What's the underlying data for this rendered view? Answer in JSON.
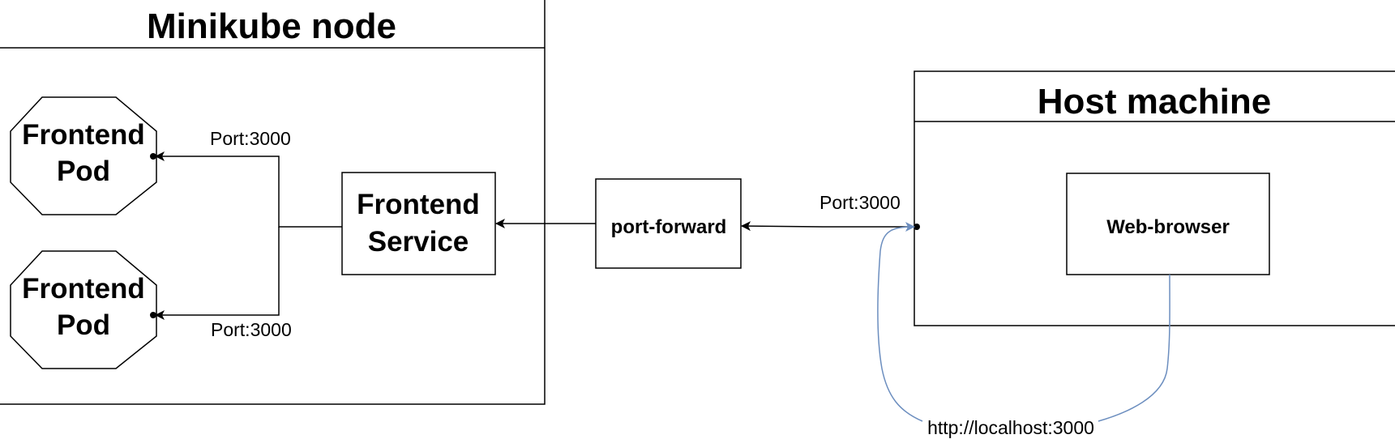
{
  "minikube": {
    "title": "Minikube node"
  },
  "pods": [
    {
      "line1": "Frontend",
      "line2": "Pod",
      "port_label": "Port:3000"
    },
    {
      "line1": "Frontend",
      "line2": "Pod",
      "port_label": "Port:3000"
    }
  ],
  "service": {
    "line1": "Frontend",
    "line2": "Service"
  },
  "port_forward": {
    "label": "port-forward"
  },
  "host": {
    "title": "Host machine",
    "port_label": "Port:3000"
  },
  "browser": {
    "label": "Web-browser"
  },
  "url": {
    "label": "http://localhost:3000"
  },
  "colors": {
    "line": "#000000",
    "link": "#6c8ebf",
    "background": "#ffffff"
  }
}
